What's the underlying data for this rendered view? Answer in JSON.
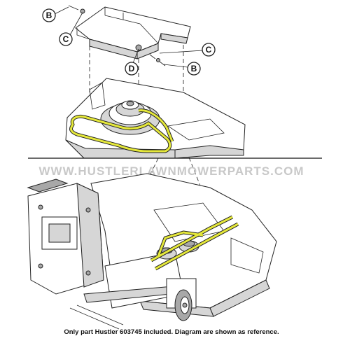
{
  "watermark": "WWW.HUSTLERLAWNMOWERPARTS.COM",
  "caption": "Only part Hustler 603745 included. Diagram are shown as reference.",
  "callouts": {
    "b_top": "B",
    "c_top": "C",
    "c_right": "C",
    "d": "D",
    "b_right": "B"
  },
  "colors": {
    "belt": "#e5e83a",
    "metal_shade": "#d6d6d6",
    "watermark": "#c8c8c8"
  }
}
